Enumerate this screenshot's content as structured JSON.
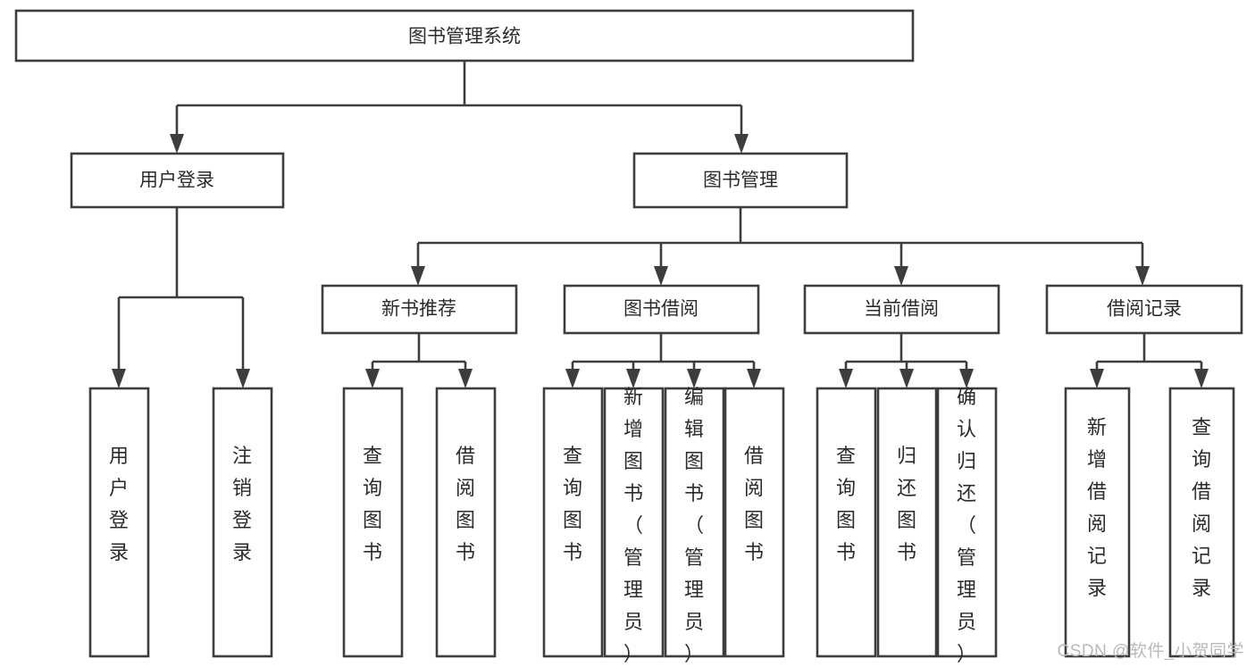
{
  "diagram": {
    "type": "tree-hierarchy-chart",
    "title": "图书管理系统",
    "watermark": "CSDN @软件_小贺同学",
    "colors": {
      "stroke": "#3d3d3d",
      "box_fill": "#ffffff",
      "text": "#2b2b2b",
      "background": "#ffffff",
      "watermark": "#b9b9b9"
    },
    "root": {
      "label": "图书管理系统"
    },
    "level2": [
      {
        "label": "用户登录"
      },
      {
        "label": "图书管理"
      }
    ],
    "level3": [
      {
        "label": "新书推荐"
      },
      {
        "label": "图书借阅"
      },
      {
        "label": "当前借阅"
      },
      {
        "label": "借阅记录"
      }
    ],
    "leaves": {
      "user_login": [
        {
          "label": "用户登录"
        },
        {
          "label": "注销登录"
        }
      ],
      "new_book_recommend": [
        {
          "label": "查询图书"
        },
        {
          "label": "借阅图书"
        }
      ],
      "book_borrow": [
        {
          "label": "查询图书"
        },
        {
          "label": "新增图书（管理员）"
        },
        {
          "label": "编辑图书（管理员）"
        },
        {
          "label": "借阅图书"
        }
      ],
      "current_borrow": [
        {
          "label": "查询图书"
        },
        {
          "label": "归还图书"
        },
        {
          "label": "确认归还（管理员）"
        }
      ],
      "borrow_record": [
        {
          "label": "新增借阅记录"
        },
        {
          "label": "查询借阅记录"
        }
      ]
    }
  }
}
